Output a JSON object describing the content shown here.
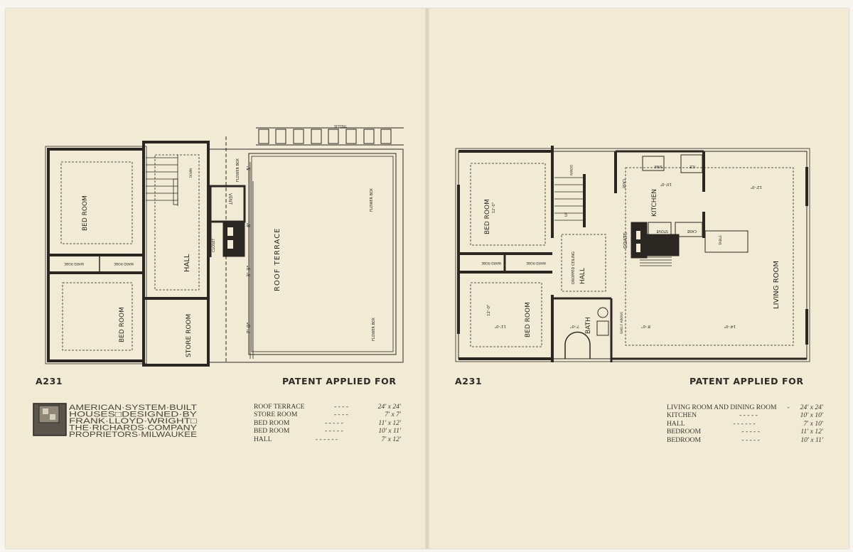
{
  "left_page": {
    "plan_code": "A231",
    "patent_note": "PATENT APPLIED FOR",
    "plan_labels": {
      "bed_room_top": "BED ROOM",
      "bed_room_bottom": "BED ROOM",
      "hall": "HALL",
      "store_room": "STORE ROOM",
      "roof_terrace": "ROOF TERRACE",
      "closet": "CLOSET",
      "vent": "VENT",
      "flower_box_1": "FLOWER BOX",
      "flower_box_2": "FLOWER BOX",
      "flower_box_3": "FLOWER BOX",
      "ward_robe_1": "WARD ROBE",
      "ward_robe_2": "WARD ROBE",
      "trellis": "TRELLIS",
      "down": "DOWN",
      "dim_1": "5'",
      "dim_2": "8'",
      "dim_3": "3'-3\"",
      "dim_4": "7'-0\""
    },
    "rooms": [
      {
        "name": "ROOF TERRACE",
        "leader": "-      -      -      -",
        "size": "24' x 24'"
      },
      {
        "name": "STORE ROOM",
        "leader": "-      -      -      -",
        "size": "7' x 7'"
      },
      {
        "name": "BED ROOM",
        "leader": "-    -      -      -      -",
        "size": "11' x 12'"
      },
      {
        "name": "BED ROOM",
        "leader": "-    -      -      -      -",
        "size": "10' x 11'"
      },
      {
        "name": "HALL",
        "leader": "-    -    -      -      -      -",
        "size": "7' x 12'"
      }
    ],
    "logo": {
      "lines": [
        "AMERICAN·SYSTEM·BUILT",
        "HOUSES□DESIGNED·BY",
        "FRANK·LLOYD·WRIGHT□",
        "THE·RICHARDS·COMPANY",
        "PROPRIETORS·MILWAUKEE"
      ]
    }
  },
  "right_page": {
    "plan_code": "A231",
    "patent_note": "PATENT APPLIED FOR",
    "plan_labels": {
      "bed_room_top": "BED ROOM",
      "bed_room_bottom": "BED ROOM",
      "dropped_ceiling": "DROPPED CEILING",
      "hall": "HALL",
      "kitchen": "KITCHEN",
      "living_room": "LIVING ROOM",
      "bath": "BATH",
      "coats": "COATS",
      "sink": "SINK",
      "ice": "ICE",
      "stove": "STOVE",
      "case_1": "CASE",
      "case_2": "CASE",
      "table": "TABLE",
      "shelf_above": "SHELF ABOVE",
      "up": "UP",
      "down": "DOWN",
      "ward_robe_1": "WARD ROBE",
      "ward_robe_2": "WARD ROBE",
      "dim_kitchen": "10'-0\"",
      "dim_living": "12'-0\"",
      "dim_living_w": "14'-0\"",
      "dim_8": "8'-0\"",
      "dim_bath": "7'-0\"",
      "dim_bed_w": "11'-0\"",
      "dim_bed_h": "12'-0\"",
      "dim_bed_top": "12'-0\""
    },
    "rooms": [
      {
        "name": "LIVING ROOM AND DINING ROOM",
        "leader": "-",
        "size": "24' x 24'"
      },
      {
        "name": "KITCHEN",
        "leader": "-      -      -      -      -",
        "size": "10' x 10'"
      },
      {
        "name": "HALL",
        "leader": "-    -      -      -      -      -",
        "size": "7' x 10'"
      },
      {
        "name": "BEDROOM",
        "leader": "-      -      -      -      -",
        "size": "11' x 12'"
      },
      {
        "name": "BEDROOM",
        "leader": "-      -      -      -      -",
        "size": "10' x 11'"
      }
    ]
  },
  "colors": {
    "paper": "#f1ebd5",
    "ink": "#2a2723"
  }
}
